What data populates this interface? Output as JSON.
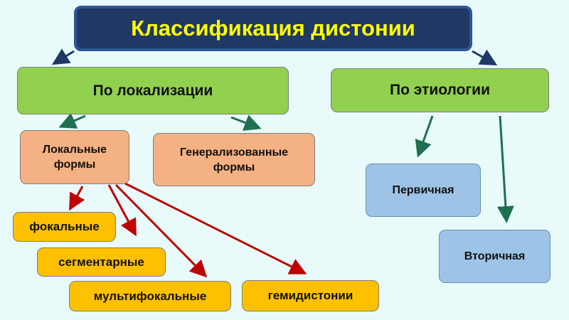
{
  "title": "Классификация дистонии",
  "by_location": "По локализации",
  "by_etiology": "По этиологии",
  "local_forms": [
    "Локальные",
    "формы"
  ],
  "generalized_forms": [
    "Генерализованные",
    "формы"
  ],
  "primary": "Первичная",
  "secondary": "Вторичная",
  "local_types": [
    "фокальные",
    "сегментарные",
    "мультифокальные",
    "гемидистонии"
  ],
  "colors": {
    "title_bg": "#1f3864",
    "title_text": "#ffff00",
    "green": "#92d050",
    "salmon": "#f4b183",
    "blue": "#9dc3e6",
    "gold": "#ffc000",
    "red_arrow": "#c00000",
    "green_arrow": "#1e7050",
    "navy_arrow": "#1f3864"
  }
}
